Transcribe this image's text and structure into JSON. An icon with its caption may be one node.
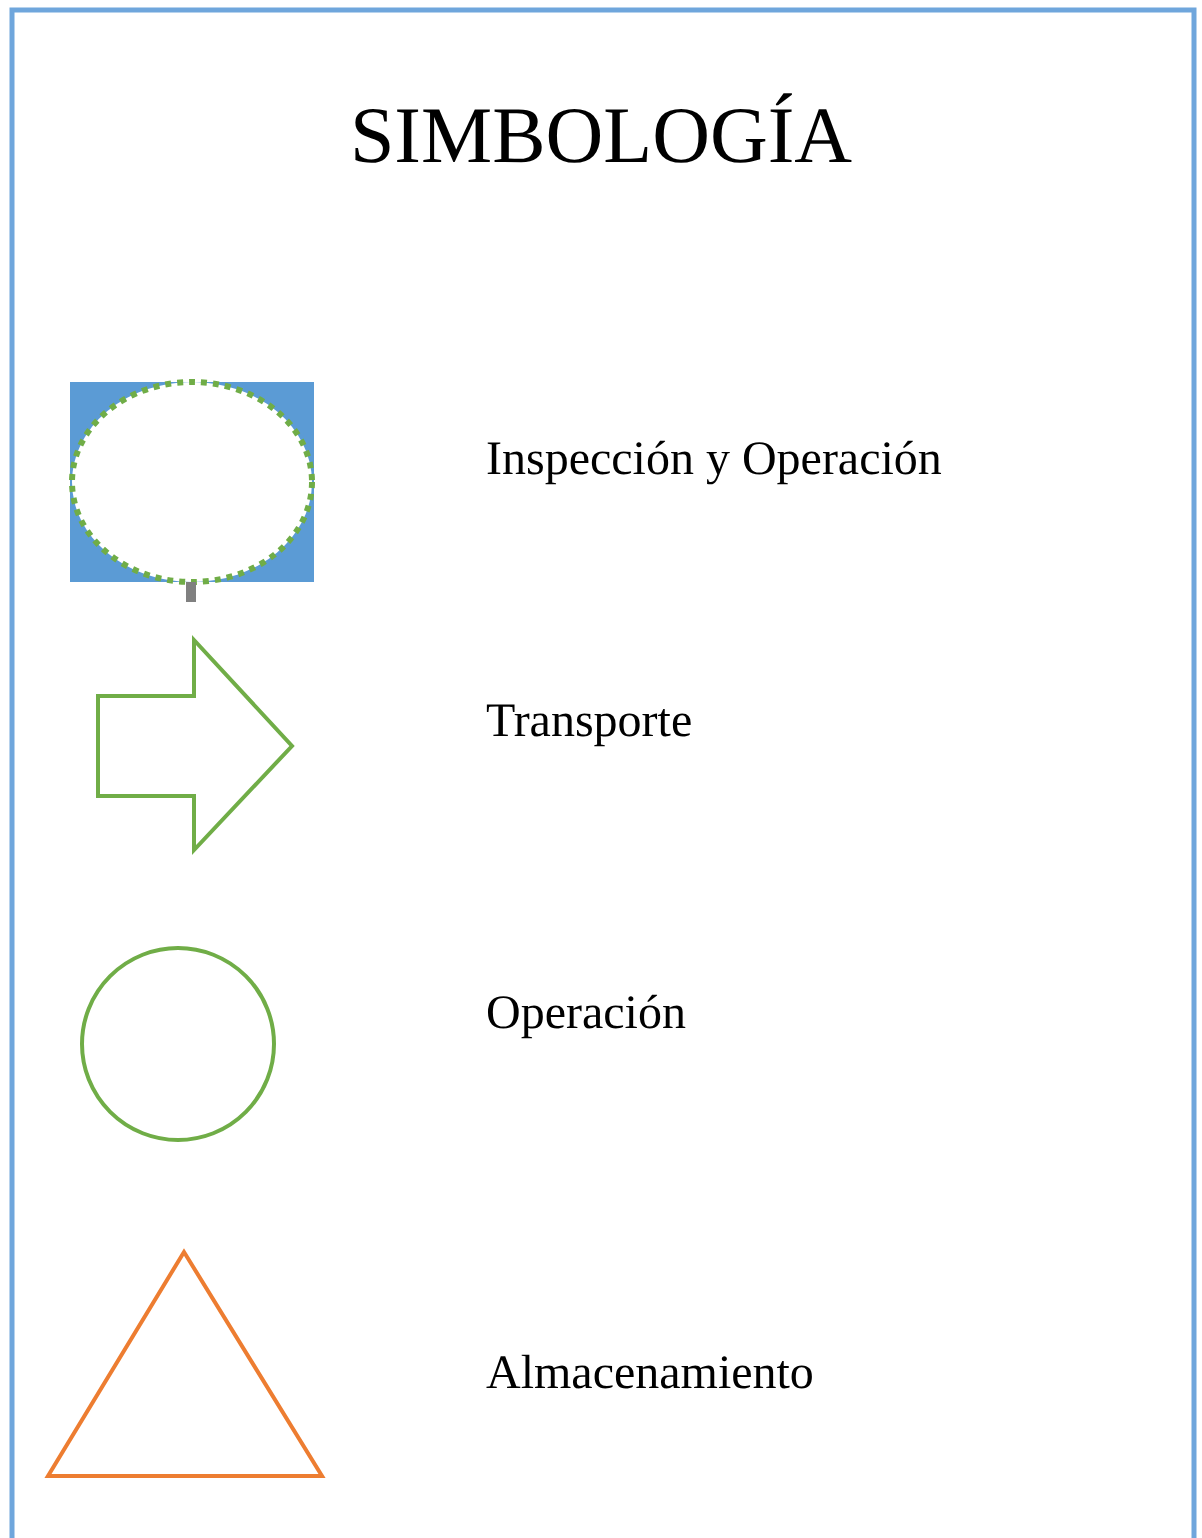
{
  "diagram": {
    "title": "SIMBOLOGÍA",
    "legend": [
      {
        "text": "Inspección y Operación"
      },
      {
        "text": "Transporte"
      },
      {
        "text": "Operación"
      },
      {
        "text": "Almacenamiento"
      }
    ]
  }
}
